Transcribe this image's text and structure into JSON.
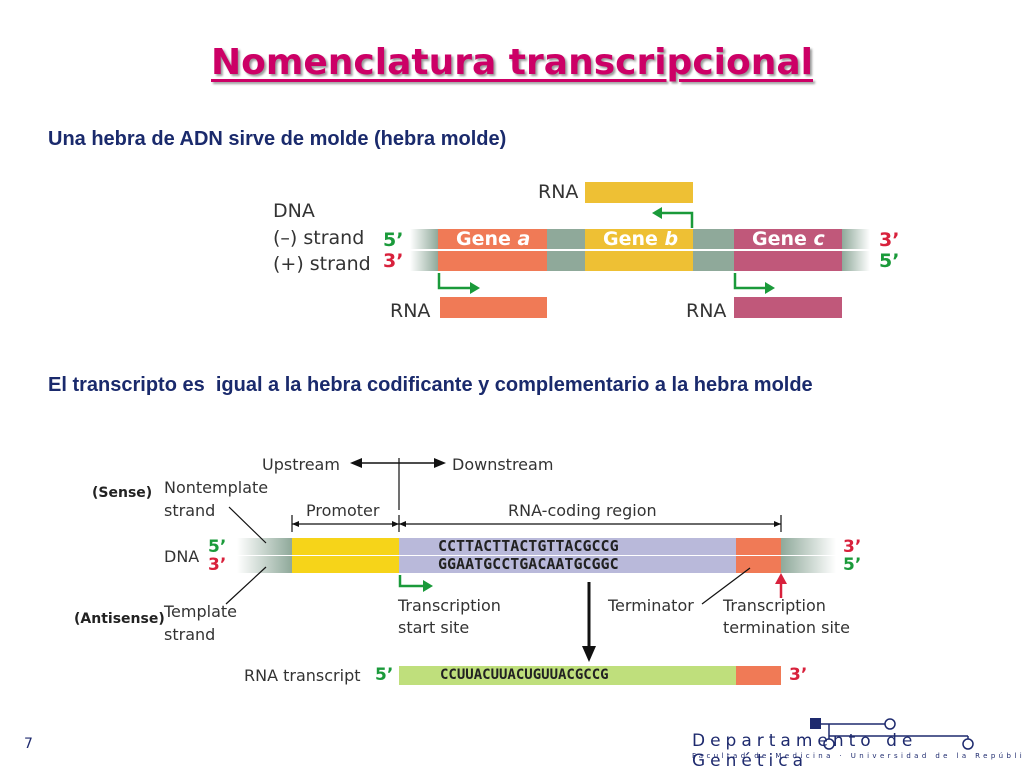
{
  "title": "Nomenclatura transcripcional",
  "subtitle1": "Una hebra de ADN sirve de molde (hebra molde)",
  "subtitle2": "El transcripto es  igual a la hebra codificante y complementario a la hebra molde",
  "diagram1": {
    "dna_label": "DNA",
    "minus_strand": "(–) strand",
    "plus_strand": "(+) strand",
    "five_prime": "5’",
    "three_prime": "3’",
    "gene_word": "Gene",
    "gene_a": "a",
    "gene_b": "b",
    "gene_c": "c",
    "rna_top": "RNA",
    "rna_left": "RNA",
    "rna_right": "RNA"
  },
  "diagram2": {
    "upstream": "Upstream",
    "downstream": "Downstream",
    "sense": "(Sense)",
    "nontemplate_1": "Nontemplate",
    "nontemplate_2": "strand",
    "promoter": "Promoter",
    "rna_coding_region": "RNA-coding region",
    "dna_label": "DNA",
    "five_prime": "5’",
    "three_prime": "3’",
    "top_sequence": "CCTTACTTACTGTTACGCCG",
    "bottom_sequence": "GGAATGCCTGACAATGCGGC",
    "antisense": "(Antisense)",
    "template_1": "Template",
    "template_2": "strand",
    "tss_1": "Transcription",
    "tss_2": "start site",
    "terminator": "Terminator",
    "tts_1": "Transcription",
    "tts_2": "termination site",
    "rna_transcript": "RNA transcript",
    "rna_sequence": "CCUUACUUACUGUUACGCCG"
  },
  "footer": {
    "page_number": "7",
    "department": "Departamento de Genética",
    "faculty": "Facultad de Medicina · Universidad de la República"
  },
  "colors": {
    "title": "#cc0066",
    "subtitle": "#1a2a6c",
    "gene_a": "#f07a56",
    "gene_b": "#eec034",
    "gene_c": "#c0587a",
    "spacer": "#8fa99a",
    "promoter": "#f6d419",
    "coding": "#b9b9da",
    "rna": "#bfdf7c",
    "strand_green": "#1a9a3a",
    "strand_red": "#d8213c"
  }
}
